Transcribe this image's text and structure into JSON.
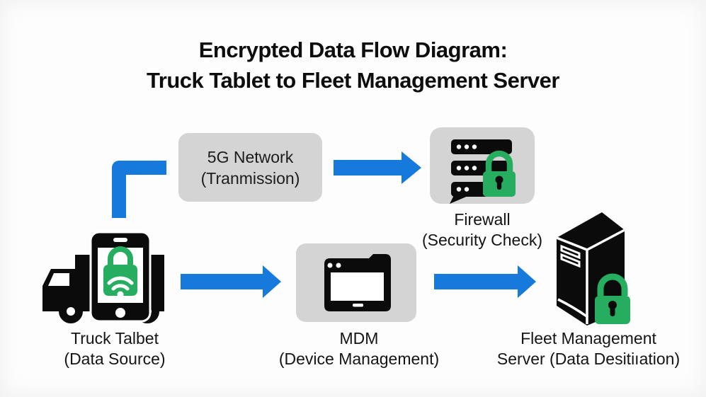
{
  "title": {
    "line1": "Encrypted Data Flow Diagram:",
    "line2": "Truck Tablet to Fleet Management Server"
  },
  "nodes": {
    "network": {
      "line1": "5G Network",
      "line2": "(Tranmission)"
    },
    "firewall": {
      "line1": "Firewall",
      "line2": "(Security Check)",
      "icon": "firewall-server-lock-icon"
    },
    "truck_tablet": {
      "line1": "Truck Talbet",
      "line2": "(Data Source)",
      "icon": "truck-tablet-encrypted-icon"
    },
    "mdm": {
      "line1": "MDM",
      "line2": "(Device Management)",
      "icon": "tablet-device-icon"
    },
    "fleet_server": {
      "line1": "Fleet Management",
      "line2": "Server (Data Desitiıation)",
      "icon": "server-tower-lock-icon"
    }
  },
  "flow": {
    "connections": [
      "truck_tablet -> network",
      "network -> firewall",
      "truck_tablet -> mdm",
      "mdm -> fleet_server"
    ]
  },
  "colors": {
    "arrow_blue": "#1679dc",
    "lock_green": "#27ad60",
    "icon_black": "#0b0b0b",
    "box_gray": "#d4d4d4",
    "text_dark": "#141414",
    "background": "#fdfdfd"
  }
}
